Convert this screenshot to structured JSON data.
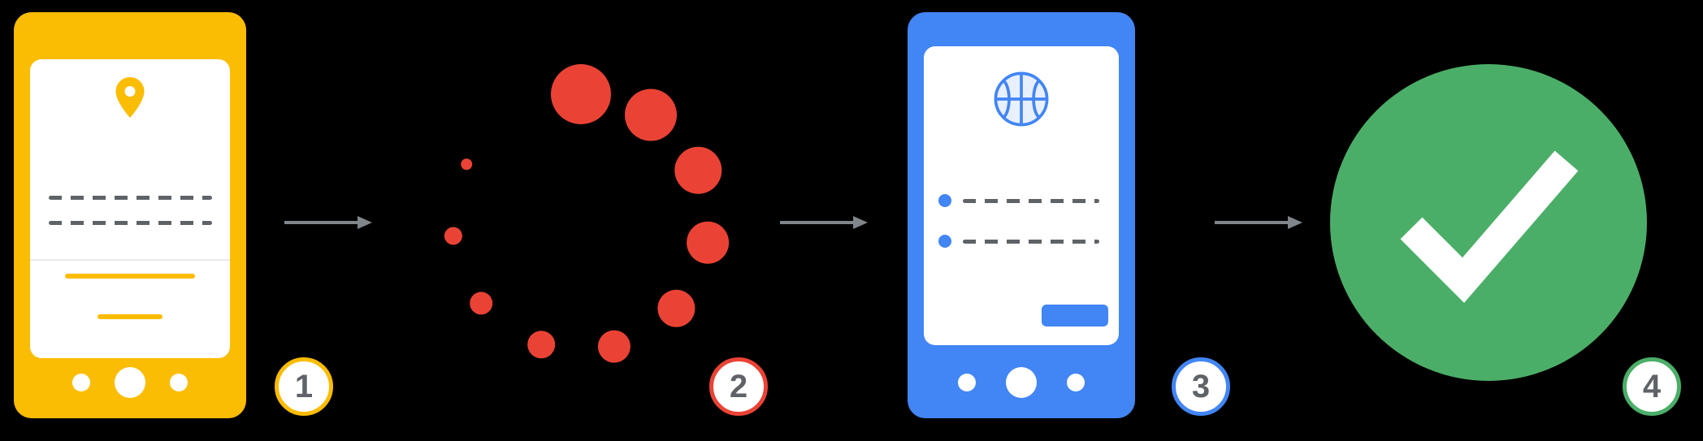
{
  "diagram": {
    "type": "process-flow",
    "step_count": 4
  },
  "colors": {
    "background": "#000000",
    "yellow": "#FBBC04",
    "red": "#EA4335",
    "blue": "#4285F4",
    "green": "#4BAE68",
    "white": "#FFFFFF",
    "dash-gray": "#5F6368",
    "divider-gray": "#E8EAED",
    "arrow-gray": "#80868B",
    "badge-number": "#5F6368",
    "basketball-fill": "#E8F0FE"
  },
  "steps": [
    {
      "number": "1",
      "accent": "#FBBC04",
      "icon": "location-pin",
      "visual": "yellow-phone-mockup"
    },
    {
      "number": "2",
      "accent": "#EA4335",
      "icon": "loading-spinner",
      "visual": "red-dot-spinner"
    },
    {
      "number": "3",
      "accent": "#4285F4",
      "icon": "basketball",
      "visual": "blue-phone-mockup"
    },
    {
      "number": "4",
      "accent": "#4BAE68",
      "icon": "checkmark",
      "visual": "green-success-circle"
    }
  ]
}
